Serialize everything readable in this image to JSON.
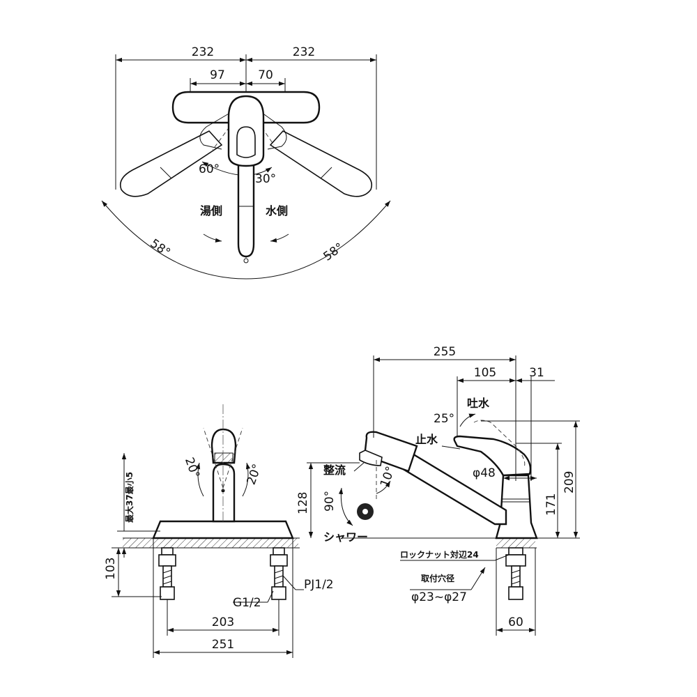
{
  "top_view": {
    "dims": {
      "left_overall": "232",
      "right_overall": "232",
      "left_inner": "97",
      "right_inner": "70"
    },
    "angles": {
      "lever_left": "60°",
      "lever_right": "30°",
      "spout_left": "58°",
      "spout_right": "58°"
    },
    "labels": {
      "hot_side": "湯側",
      "cold_side": "水側"
    }
  },
  "front_view": {
    "angles": {
      "left": "20°",
      "right": "20°"
    },
    "dims": {
      "thickness": "最大37最小5",
      "leg_length": "103",
      "pitch": "203",
      "base_width": "251"
    },
    "labels": {
      "inlet_thread": "G1/2",
      "pipe_thread": "PJ1/2"
    }
  },
  "side_view": {
    "dims": {
      "reach": "255",
      "lever_offset": "105",
      "body_offset": "31",
      "overall_height": "209",
      "spout_height": "171",
      "aerator_height": "128",
      "body_diameter": "φ48",
      "base_width": "60"
    },
    "angles": {
      "lever_open": "25°",
      "head_tilt": "10°",
      "head_rotate": "90°"
    },
    "labels": {
      "water_out": "吐水",
      "water_stop": "止水",
      "aerator": "整流",
      "shower": "シャワー",
      "locknut": "ロックナット対辺24",
      "mount_hole_title": "取付穴径",
      "mount_hole_range": "φ23~φ27"
    }
  }
}
